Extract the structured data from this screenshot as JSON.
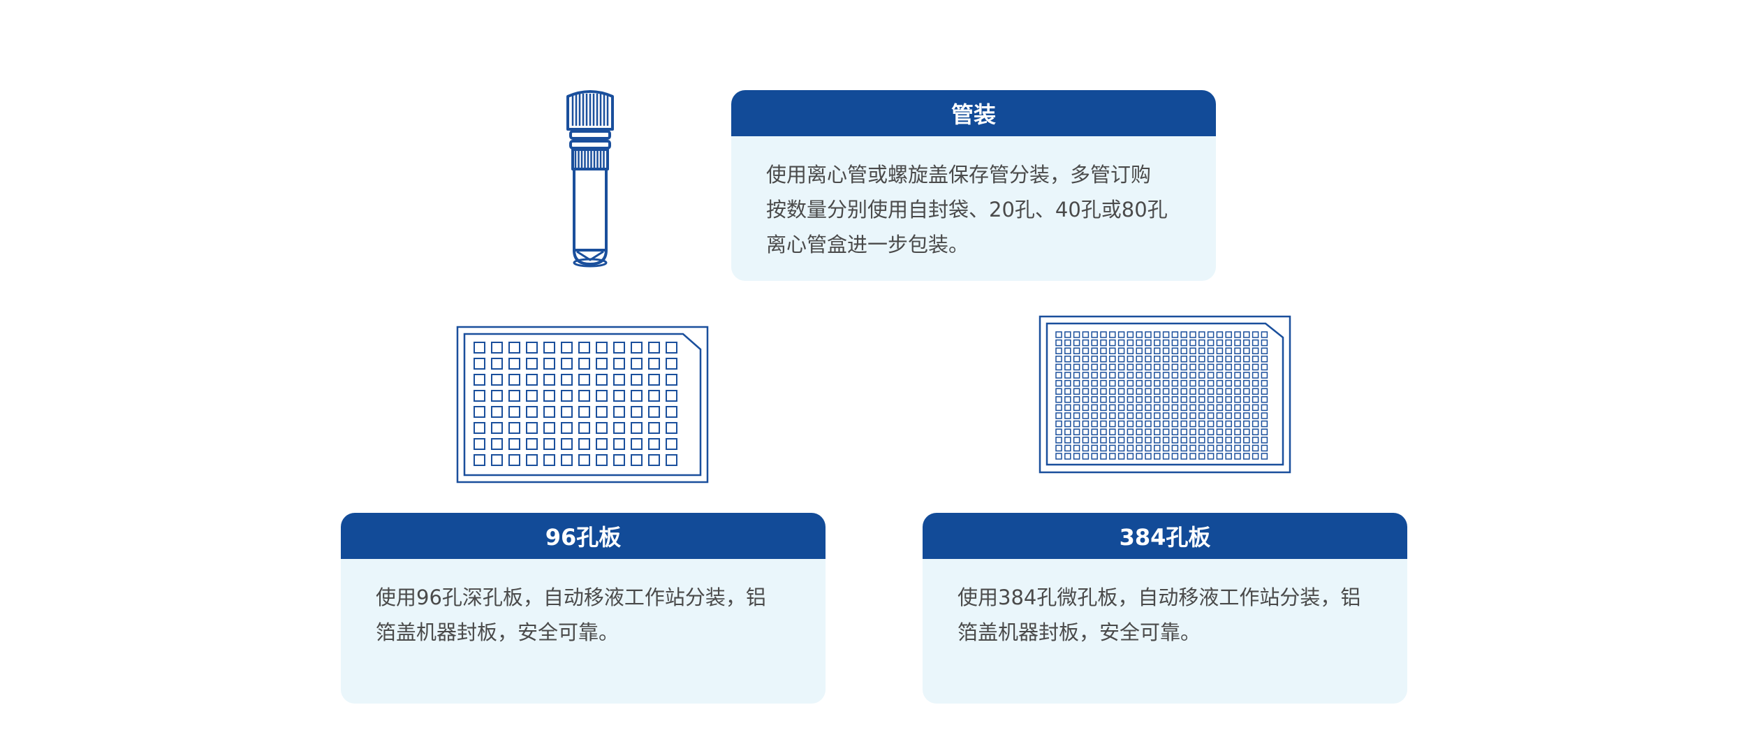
{
  "cards": {
    "tube": {
      "title": "管装",
      "description": "使用离心管或螺旋盖保存管分装，多管订购\n按数量分别使用自封袋、20孔、40孔或80孔\n离心管盒进一步包装。"
    },
    "plate96": {
      "title": "96孔板",
      "description": "使用96孔深孔板，自动移液工作站分装，铝\n箔盖机器封板，安全可靠。"
    },
    "plate384": {
      "title": "384孔板",
      "description": "使用384孔微孔板，自动移液工作站分装，铝\n箔盖机器封板，安全可靠。"
    }
  },
  "illustrations": {
    "tube": "screw-cap-tube-icon",
    "plate96": "96-well-plate-icon",
    "plate384": "384-well-plate-icon"
  },
  "colors": {
    "brand_blue": "#124b98",
    "card_bg": "#eaf6fb",
    "body_text": "#4a4a4a",
    "line_art": "#1a4f9c"
  }
}
